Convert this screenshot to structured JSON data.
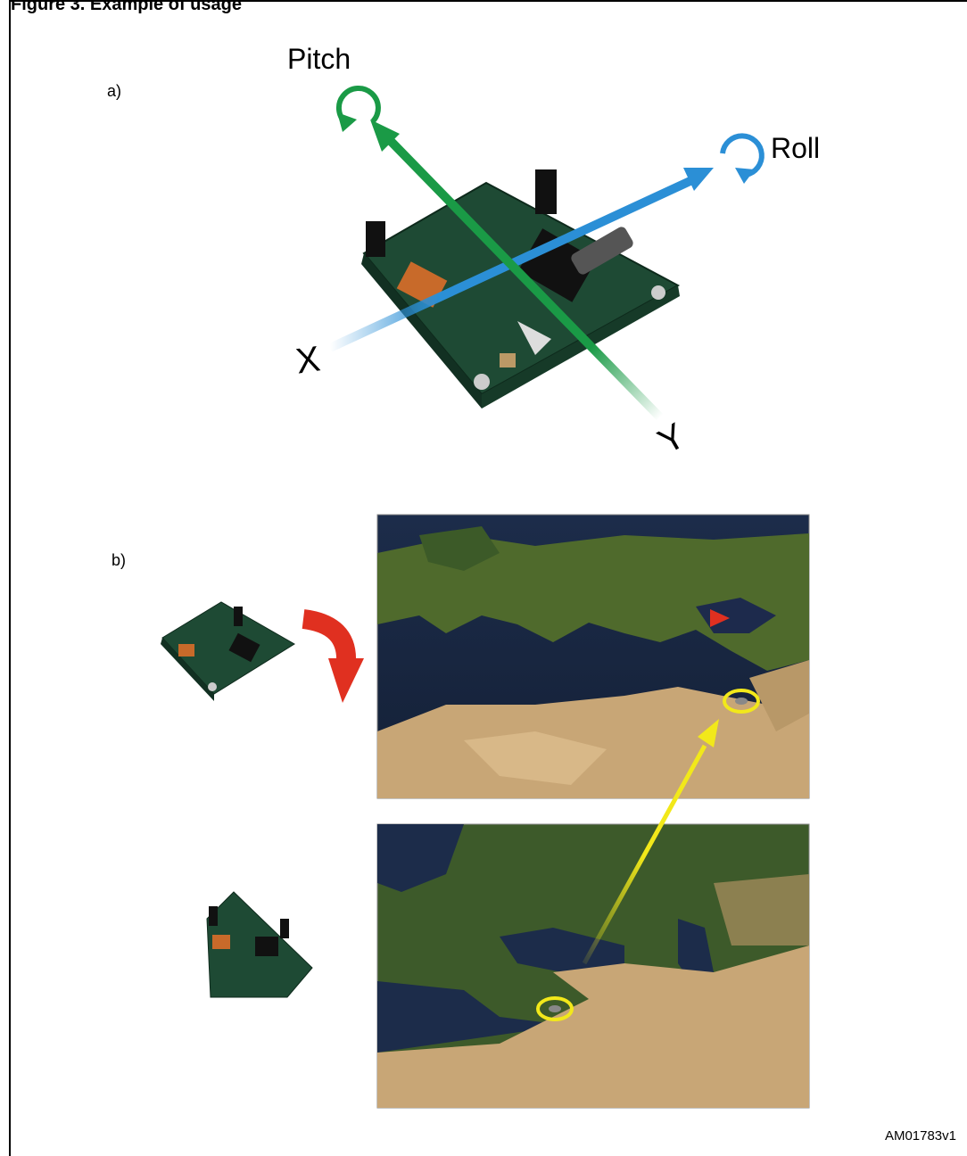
{
  "figure": {
    "caption": "Figure 3.  Example of usage",
    "part_a_label": "a)",
    "part_b_label": "b)",
    "pitch_label": "Pitch",
    "roll_label": "Roll",
    "x_label": "X",
    "y_label": "Y",
    "figure_code": "AM01783v1"
  },
  "colors": {
    "pitch_green": "#1a9a46",
    "roll_blue": "#2b8fd6",
    "rotation_red": "#e03020",
    "highlight_yellow": "#f2e81a",
    "pcb_green": "#1e4a34"
  },
  "icons": {
    "pitch_rotation": "curved-arrow-icon",
    "roll_rotation": "curved-arrow-icon",
    "tilt_arrow": "curved-arrow-down-icon"
  }
}
